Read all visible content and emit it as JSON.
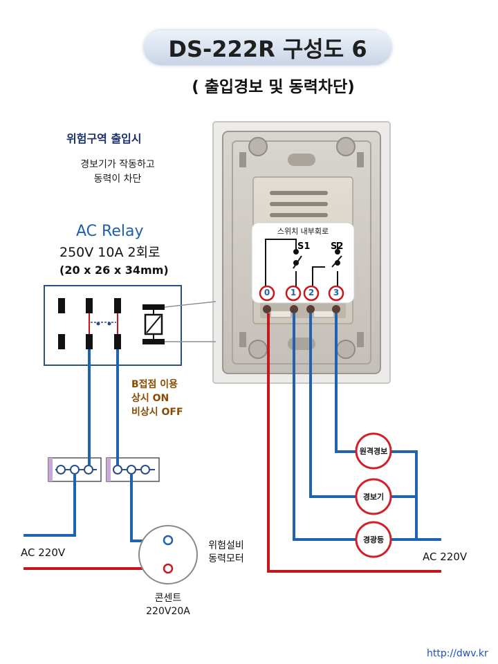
{
  "title": "DS-222R 구성도 6",
  "subtitle": "( 출입경보 및 동력차단)",
  "hazard_note": {
    "heading": "위험구역 출입시",
    "line1": "경보기가 작동하고",
    "line2": "동력이 차단"
  },
  "relay": {
    "name": "AC Relay",
    "spec": "250V 10A 2회로",
    "size": "(20 x 26 x 34mm)"
  },
  "b_contact": {
    "line1": "B접점 이용",
    "line2": "상시 ON",
    "line3": "비상시 OFF"
  },
  "switch_circuit": {
    "title": "스위치 내부회로",
    "s1": "S1",
    "s2": "S2",
    "terminals": [
      "0",
      "1",
      "2",
      "3"
    ]
  },
  "ac_left": "AC 220V",
  "ac_right": "AC 220V",
  "motor": {
    "line1": "위험설비",
    "line2": "동력모터"
  },
  "outlet": {
    "line1": "콘센트",
    "line2": "220V20A"
  },
  "devices": [
    "원격경보",
    "경보기",
    "경광등"
  ],
  "url": "http://dwv.kr",
  "colors": {
    "wire_blue": "#1e63b0",
    "wire_red": "#c8161d",
    "title_pill": "#d5deee",
    "relay_title": "#1f5fae",
    "b_contact_text": "#8b4a00"
  }
}
